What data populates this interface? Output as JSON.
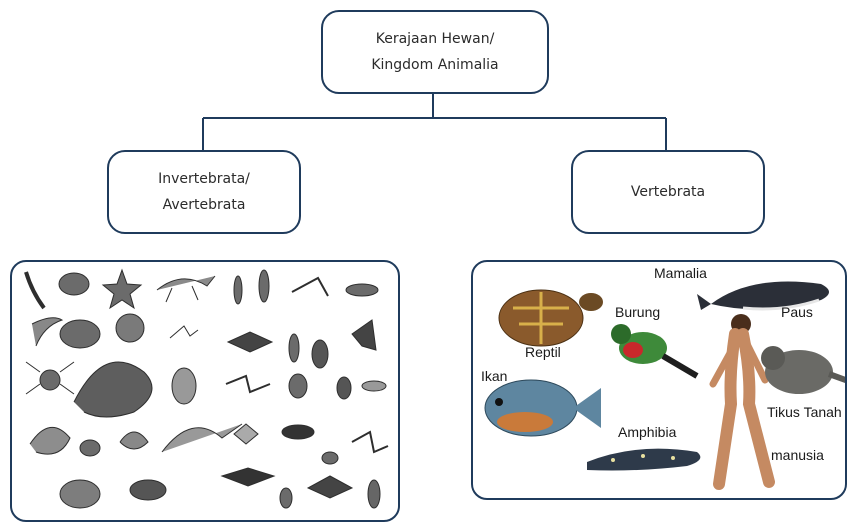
{
  "root": {
    "line1": "Kerajaan Hewan/",
    "line2": "Kingdom Animalia"
  },
  "left": {
    "line1": "Invertebrata/",
    "line2": "Avertebrata"
  },
  "right": {
    "label": "Vertebrata"
  },
  "vertebrate_labels": {
    "mamalia": "Mamalia",
    "paus": "Paus",
    "burung": "Burung",
    "reptil": "Reptil",
    "ikan": "Ikan",
    "tikus_tanah": "Tikus Tanah",
    "amphibia": "Amphibia",
    "manusia": "manusia"
  },
  "colors": {
    "line": "#1f3b5c",
    "text": "#2b2b2b"
  }
}
